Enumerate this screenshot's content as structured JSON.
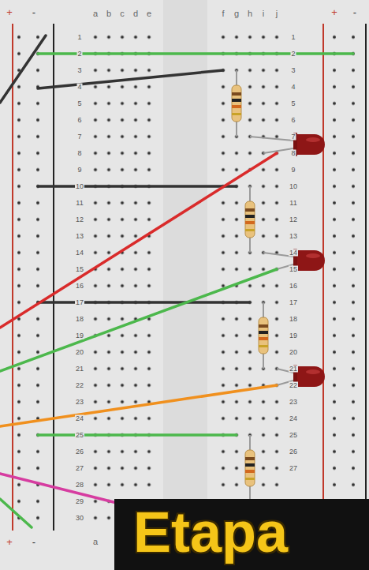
{
  "diagram": {
    "nodes": [
      {
        "text": [
          "Etapa"
        ]
      }
    ],
    "labels": [
      "+",
      "-",
      "a",
      "b",
      "c",
      "d",
      "e",
      "f",
      "g",
      "h",
      "i",
      "j",
      "+",
      "-",
      "1",
      "2",
      "3",
      "4",
      "5",
      "6",
      "7",
      "8",
      "9",
      "10",
      "11",
      "12",
      "13",
      "14",
      "15",
      "16",
      "17",
      "18",
      "19",
      "20",
      "21",
      "22",
      "23",
      "24",
      "25",
      "26",
      "27",
      "28",
      "29",
      "30",
      "1",
      "2",
      "3",
      "4",
      "5",
      "6",
      "7",
      "8",
      "9",
      "10",
      "11",
      "12",
      "13",
      "14",
      "15",
      "16",
      "17",
      "18",
      "19",
      "20",
      "21",
      "22",
      "23",
      "24",
      "25",
      "26",
      "27",
      "+",
      "-",
      "a"
    ]
  }
}
